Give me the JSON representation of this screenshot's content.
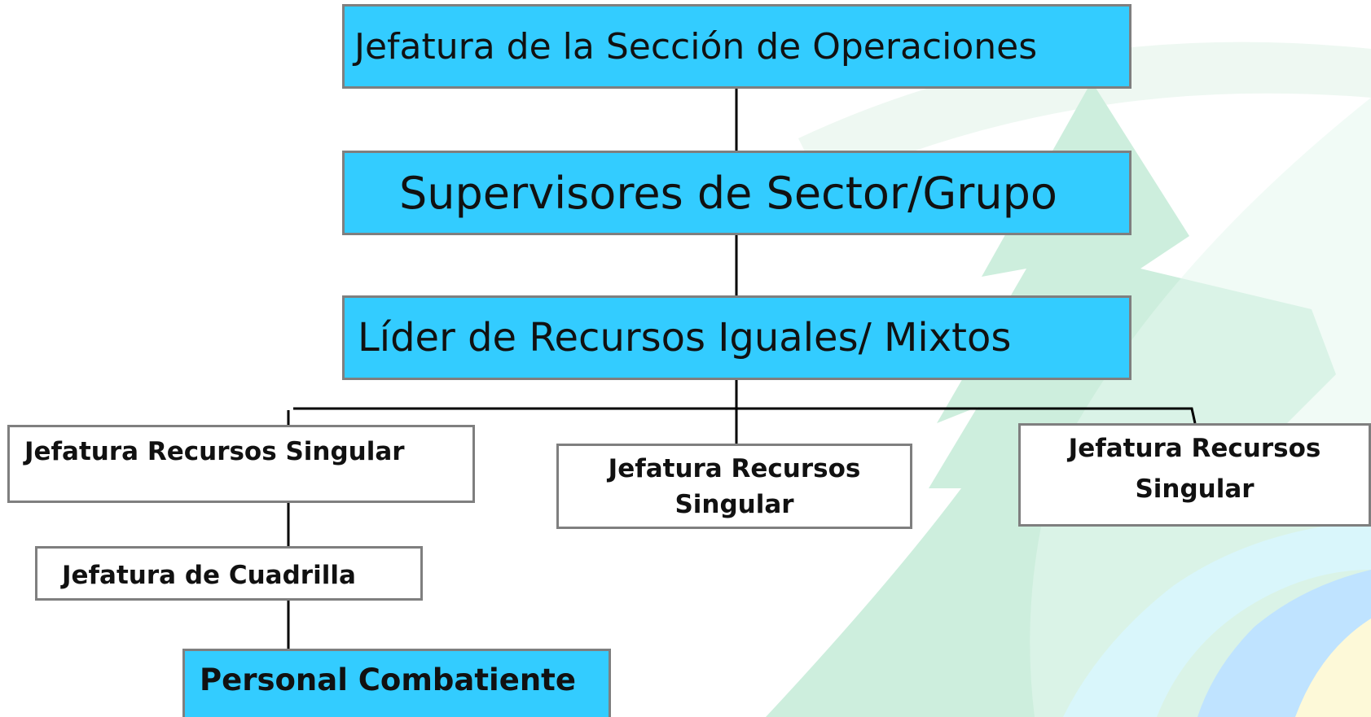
{
  "colors": {
    "box_blue": "#33ccff",
    "box_white": "#ffffff",
    "box_border": "#7f7f7f",
    "connector": "#000000",
    "background_logo_green": "#cdeedd",
    "background_logo_blue": "#bfe3ff",
    "background_logo_yellow": "#fdf9d8"
  },
  "background": {
    "logo_icon": "tree-river-watermark-icon"
  },
  "diagram": {
    "nodes": {
      "jefatura_operaciones": {
        "label": "Jefatura de la Sección de Operaciones"
      },
      "supervisores": {
        "label": "Supervisores de Sector/Grupo"
      },
      "lider": {
        "label": "Líder de Recursos Iguales/ Mixtos"
      },
      "singular_left": {
        "label": "Jefatura Recursos Singular"
      },
      "singular_mid": {
        "line1": "Jefatura Recursos",
        "line2": "Singular"
      },
      "singular_right": {
        "line1": "Jefatura Recursos",
        "line2": "Singular"
      },
      "cuadrilla": {
        "label": "Jefatura de Cuadrilla"
      },
      "personal": {
        "label": "Personal Combatiente"
      }
    }
  }
}
